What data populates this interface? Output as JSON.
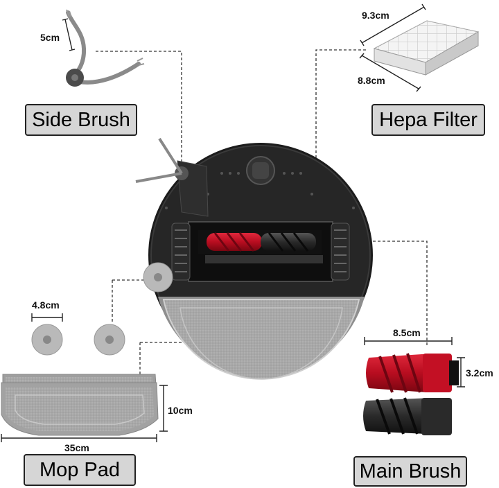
{
  "labels": {
    "side_brush": "Side Brush",
    "hepa_filter": "Hepa Filter",
    "mop_pad": "Mop Pad",
    "main_brush": "Main Brush"
  },
  "dimensions": {
    "side_brush": "5cm",
    "filter_width": "9.3cm",
    "filter_depth": "8.8cm",
    "mop_disc": "4.8cm",
    "main_brush_length": "8.5cm",
    "main_brush_diameter": "3.2cm",
    "mop_pad_height": "10cm",
    "mop_pad_length": "35cm"
  },
  "colors": {
    "label_bg": "#d6d6d6",
    "robot_body": "#1c1c1c",
    "mop_gray": "#a9a9a9",
    "brush_red": "#c8102e"
  }
}
